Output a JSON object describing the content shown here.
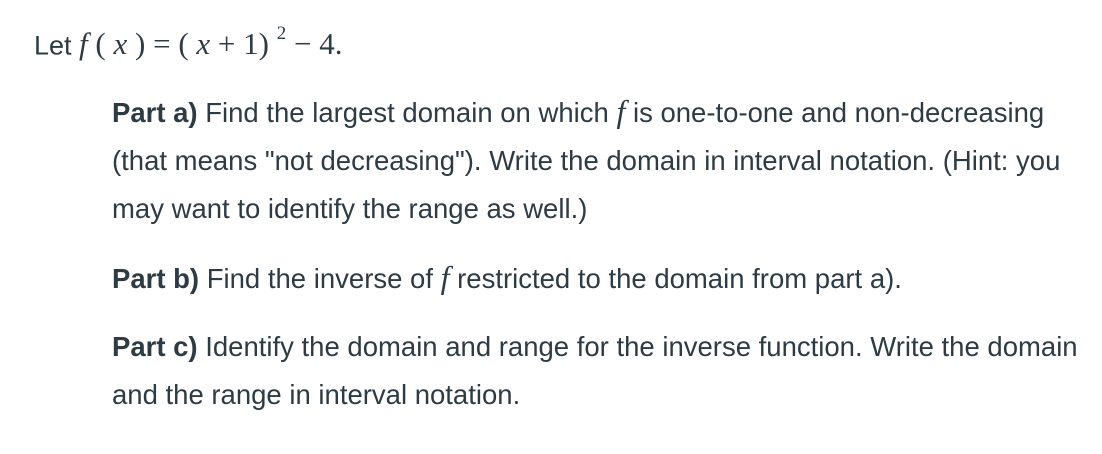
{
  "intro": {
    "prefix": "Let ",
    "f": "f",
    "lp": " (",
    "x": "x",
    "rp_eq": ") = (",
    "x2": "x",
    "plus_one": " + 1)",
    "exp": "2",
    "tail": " − 4."
  },
  "parts": [
    {
      "label": "Part a)",
      "before_f": " Find the largest domain on which ",
      "f": "f",
      "after_f": " is one-to-one and non-decreasing (that means \"not decreasing\"). Write the domain in interval notation. (Hint: you may want to identify the range as well.)"
    },
    {
      "label": "Part b)",
      "before_f": " Find the inverse of ",
      "f": "f",
      "after_f": " restricted to the domain from part a)."
    },
    {
      "label": "Part c)",
      "text": " Identify the domain and range for the inverse function. Write the domain and the range in interval notation."
    }
  ]
}
